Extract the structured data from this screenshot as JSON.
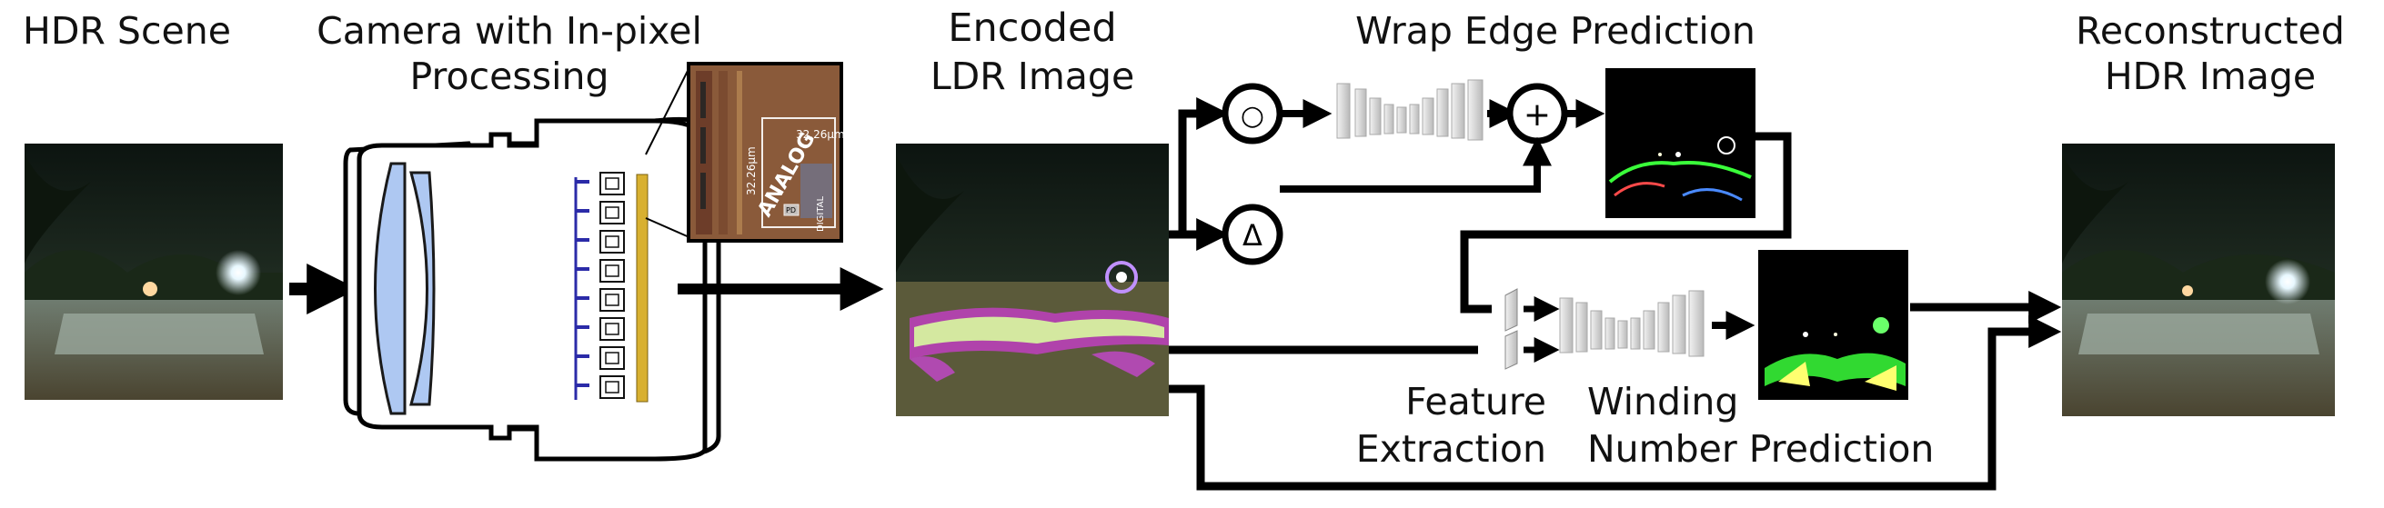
{
  "labels": {
    "hdr_scene": "HDR Scene",
    "camera_line1": "Camera with In-pixel",
    "camera_line2": "Processing",
    "encoded_line1": "Encoded",
    "encoded_line2": "LDR Image",
    "wrap_edge": "Wrap Edge Prediction",
    "recon_line1": "Reconstructed",
    "recon_line2": "HDR Image",
    "feature_line1": "Feature",
    "feature_line2": "Extraction",
    "winding_line1": "Winding",
    "winding_line2": "Number Prediction"
  },
  "ops": {
    "hadamard": "○",
    "add": "+",
    "delta": "Δ"
  },
  "chip_inset": {
    "dim_top": "32.26μm",
    "dim_left": "32.26μm",
    "analog": "ANALOG",
    "digital": "DIGITAL",
    "pd": "PD"
  },
  "colors": {
    "arrow": "#000000",
    "lens": "#aec8f2",
    "pixel_bar": "#2b2ba8",
    "chip_bg": "#8a5a3a",
    "network": "#cfcfcf"
  }
}
